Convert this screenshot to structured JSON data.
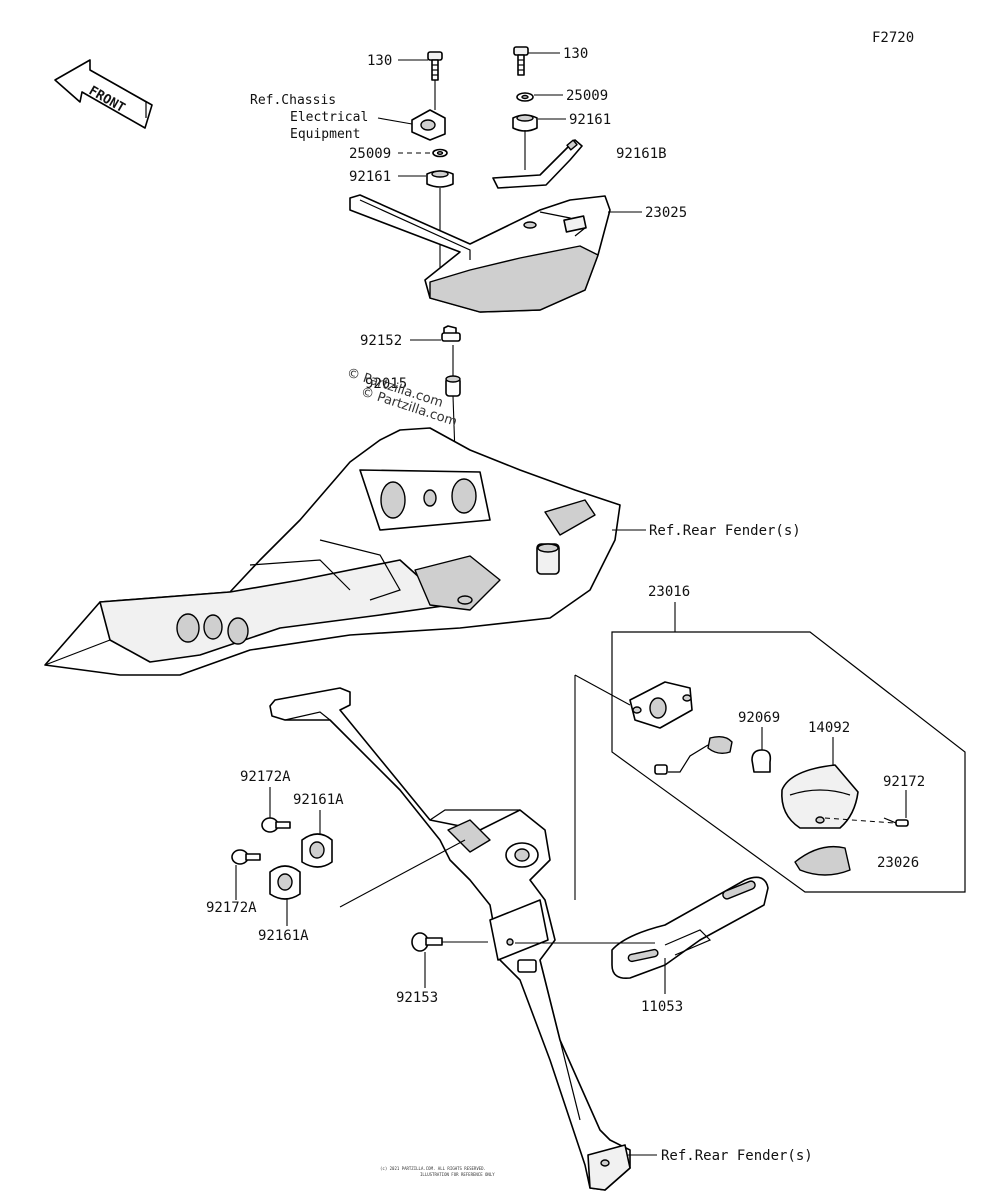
{
  "figure_id": "F2720",
  "front_arrow": "FRONT",
  "watermark": [
    "© Partzilla.com",
    "© Partzilla.com"
  ],
  "labels": {
    "bolt_130_left": "130",
    "bolt_130_right": "130",
    "ref_chassis": [
      "Ref.Chassis",
      "Electrical",
      "Equipment"
    ],
    "washer_25009_right": "25009",
    "grommet_92161_right": "92161",
    "strap_92161b": "92161B",
    "washer_25009_left": "25009",
    "grommet_92161_left": "92161",
    "cover_23025": "23025",
    "collar_92152": "92152",
    "bushing_92015": "92015",
    "ref_rear_fender_top": "Ref.Rear Fender(s)",
    "lamp_assy_23016": "23016",
    "bulb_92069": "92069",
    "lens_14092": "14092",
    "screw_92172": "92172",
    "reflector_23026": "23026",
    "bolt_92172a_top": "92172A",
    "grommet_92161a_top": "92161A",
    "bolt_92172a_bottom": "92172A",
    "grommet_92161a_bottom": "92161A",
    "bolt_92153": "92153",
    "plate_11053": "11053",
    "ref_rear_fender_bottom": "Ref.Rear Fender(s)"
  },
  "copyright_fineprint": [
    "(c) 2021 PARTZILLA.COM. ALL RIGHTS RESERVED.",
    "ILLUSTRATION FOR REFERENCE ONLY"
  ]
}
